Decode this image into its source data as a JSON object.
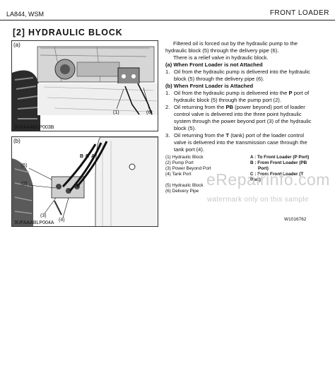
{
  "header": {
    "model": "LA844, WSM",
    "section": "FRONT LOADER"
  },
  "section_title": "[2]  HYDRAULIC  BLOCK",
  "figures": {
    "a": {
      "tag": "(a)",
      "code": "3UFAAABLP003B",
      "callout_1": "(1)",
      "callout_6": "(6)"
    },
    "b": {
      "tag": "(b)",
      "code": "3UFAAABLP004A",
      "callout_5": "(5)",
      "callout_2": "(2)",
      "callout_3": "(3)",
      "callout_4": "(4)",
      "port_b": "B",
      "port_c": "C",
      "port_a": "A"
    }
  },
  "body": {
    "intro": "Filtered oil is forced out by the hydraulic pump to the hydraulic block (5) through the delivery pipe (6).",
    "relief": "There is a relief valve in hydraulic block.",
    "case_a_title": "(a) When Front Loader is not Attached",
    "case_a_item1_num": "1.",
    "case_a_item1": "Oil from the hydraulic pump is delivered into the hydraulic block (5) through the delivery pipe (6).",
    "case_b_title": "(b) When Front Loader is Attached",
    "item1_num": "1.",
    "item1_pre": "Oil from the hydraulic pump is delivered into the ",
    "item1_bold": "P",
    "item1_post": " port of hydraulic block (5) through the pump port (2).",
    "item2_num": "2.",
    "item2_pre": "Oil returning from the ",
    "item2_bold": "PB",
    "item2_post": " (power beyond) port of loader control valve is delivered into the three point hydraulic system through the power beyond port (3) of the hydraulic block (5).",
    "item3_num": "3.",
    "item3_pre": "Oil returning from the ",
    "item3_bold": "T",
    "item3_post": " (tank) port of the loader control valve is delivered into the transmission case through the tank port (4)."
  },
  "legend": {
    "l1": "(1) Hydraulic Block",
    "l2": "(2) Pump Port",
    "l3": "(3) Power Beyond Port",
    "l4": "(4) Tank Port",
    "l5": "(5) Hydraulic Block",
    "l6": "(6) Delivery Pipe",
    "r1": "A : To Front Loader (P Port)",
    "r2": "B : From Front Loader (PB",
    "r2b": "Port)",
    "r3": "C : From Front Loader (T Port)"
  },
  "figure_id": "W1016762",
  "watermark": {
    "big": "eRepairinfo.com",
    "small": "watermark only on this sample"
  }
}
